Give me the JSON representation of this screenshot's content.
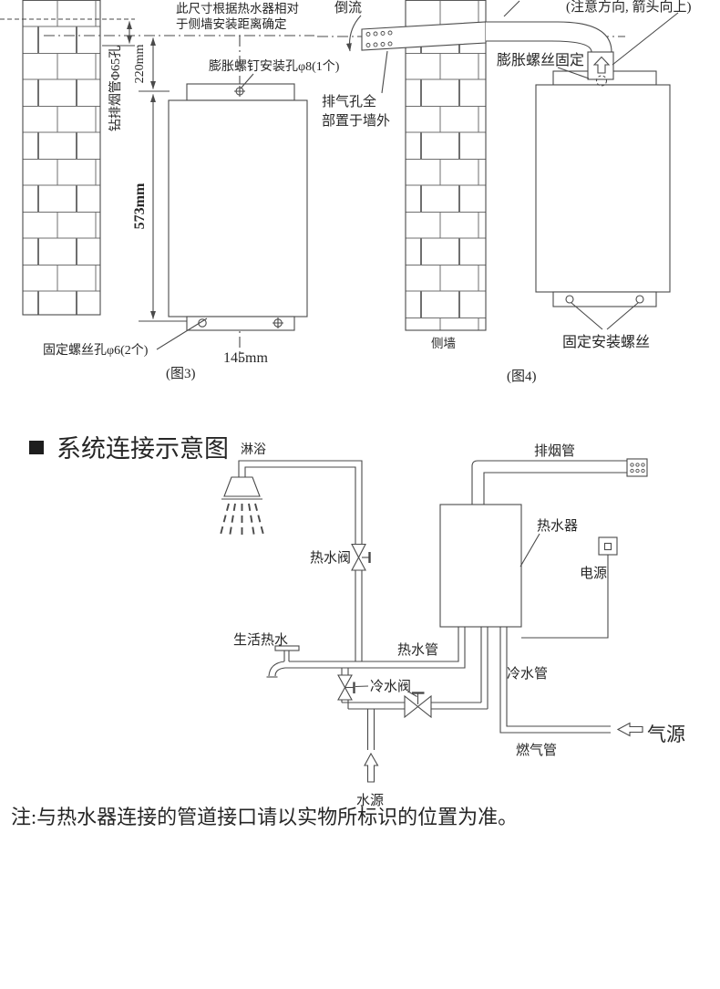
{
  "page": {
    "footnote": "注:与热水器连接的管道接口请以实物所标识的位置为准。"
  },
  "fig3": {
    "caption": "(图3)",
    "top_note_line1": "此尺寸根据热水器相对",
    "top_note_line2": "于侧墙安装距离确定",
    "drill_hole_label": "钻排烟管Φ65孔",
    "dim_top": "220mm",
    "dim_height": "573mm",
    "dim_width": "145mm",
    "anchor_hole_label": "膨胀螺钉安装孔φ8(1个)",
    "fix_hole_label": "固定螺丝孔φ6(2个)"
  },
  "fig4": {
    "caption": "(图4)",
    "backflow": "倒流",
    "direction_note": "(注意方向, 箭头向上)",
    "expansion_fix": "膨胀螺丝固定",
    "vent_line1": "排气孔全",
    "vent_line2": "部置于墙外",
    "side_wall": "侧墙",
    "fix_screws": "固定安装螺丝"
  },
  "system": {
    "heading": "系统连接示意图",
    "shower": "淋浴",
    "flue": "排烟管",
    "heater": "热水器",
    "power": "电源",
    "hot_valve": "热水阀",
    "domestic_hot_water": "生活热水",
    "hot_pipe": "热水管",
    "cold_valve": "冷水阀",
    "cold_pipe": "冷水管",
    "gas_pipe": "燃气管",
    "gas_source": "气源",
    "water_source": "水源"
  }
}
